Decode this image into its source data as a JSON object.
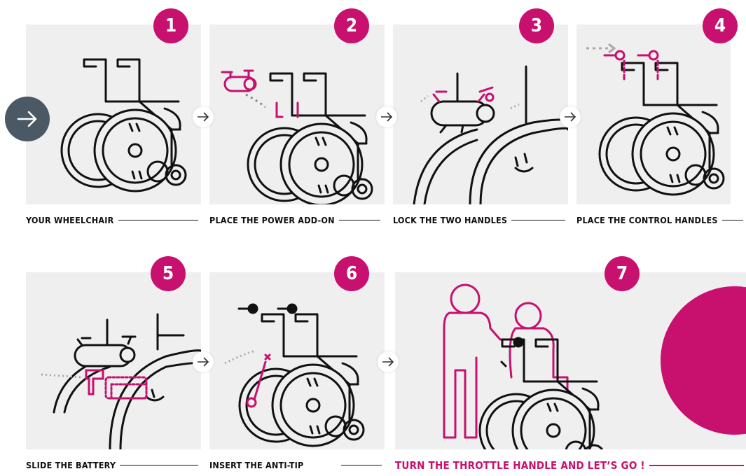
{
  "steps": [
    {
      "number": "1",
      "caption": "YOUR WHEELCHAIR"
    },
    {
      "number": "2",
      "caption": "PLACE THE POWER ADD-ON"
    },
    {
      "number": "3",
      "caption": "LOCK THE TWO HANDLES"
    },
    {
      "number": "4",
      "caption": "PLACE THE CONTROL HANDLES"
    },
    {
      "number": "5",
      "caption": "SLIDE THE BATTERY"
    },
    {
      "number": "6",
      "caption": "INSERT THE ANTI-TIP"
    },
    {
      "number": "7",
      "caption": "TURN THE THROTTLE HANDLE AND LET’S GO !"
    }
  ],
  "icons": {
    "nav": "arrow-right-icon",
    "step_arrow": "arrow-right-icon"
  },
  "colors": {
    "accent": "#c8106e",
    "panel": "#efefef",
    "nav": "#4a5963",
    "ink": "#111111"
  }
}
